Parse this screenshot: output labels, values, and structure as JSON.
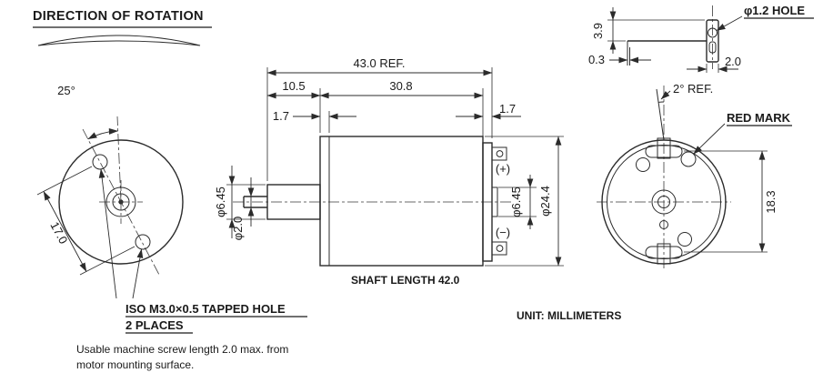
{
  "header": {
    "title": "DIRECTION OF ROTATION"
  },
  "front_view": {
    "angle": "25°",
    "hole_distance": "17.0",
    "tapped_hole_line1": "ISO M3.0×0.5 TAPPED HOLE",
    "tapped_hole_line2": "2 PLACES",
    "note_line1": "Usable machine screw length 2.0 max. from",
    "note_line2": "motor mounting surface."
  },
  "side_view": {
    "overall_length": "43.0 REF.",
    "shaft_section": "10.5",
    "body_length": "30.8",
    "front_step": "1.7",
    "rear_step": "1.7",
    "front_bushing_dia": "φ6.45",
    "shaft_dia": "φ2.0",
    "rear_bushing_dia": "φ6.45",
    "body_dia": "φ24.4",
    "positive_terminal": "(+)",
    "negative_terminal": "(−)",
    "shaft_length_note": "SHAFT LENGTH  42.0"
  },
  "rear_view": {
    "pilot_hole_label": "φ1.2 HOLE",
    "terminal_height": "3.9",
    "terminal_thickness": "0.3",
    "terminal_width": "2.0",
    "skew_angle": "2° REF.",
    "red_mark_label": "RED MARK",
    "terminal_pitch": "18.3"
  },
  "footer": {
    "unit_note": "UNIT: MILLIMETERS"
  }
}
